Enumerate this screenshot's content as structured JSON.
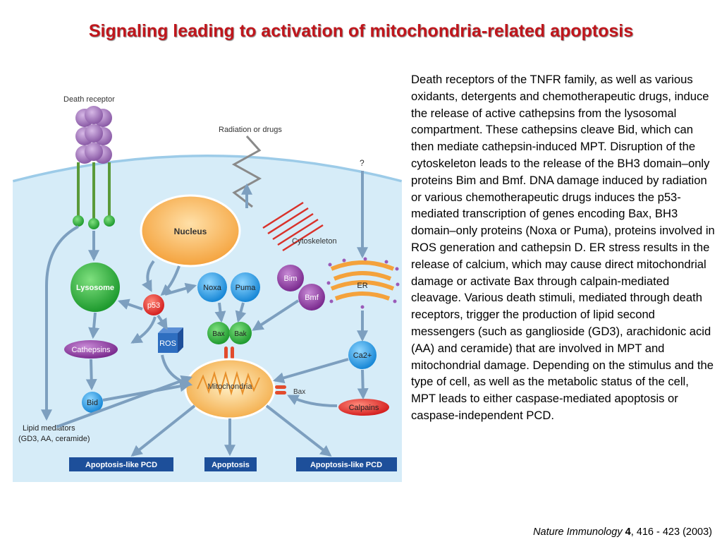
{
  "title": "Signaling leading to activation of mitochondria-related apoptosis",
  "diagram": {
    "labels": {
      "death_receptor": "Death receptor",
      "radiation_or_drugs": "Radiation or drugs",
      "question": "?",
      "nucleus": "Nucleus",
      "cytoskeleton": "Cytoskeleton",
      "lysosome": "Lysosome",
      "p53": "p53",
      "noxa": "Noxa",
      "puma": "Puma",
      "bim": "Bim",
      "bmf": "Bmf",
      "er": "ER",
      "cathepsins": "Cathepsins",
      "ros": "ROS",
      "bax": "Bax",
      "bak": "Bak",
      "ca2": "Ca2+",
      "mitochondria": "Mitochondria",
      "bax_mito": "Bax",
      "bid": "Bid",
      "calpains": "Calpains",
      "lipid_mediators_1": "Lipid mediators",
      "lipid_mediators_2": "(GD3, AA, ceramide)",
      "apoptosis_like_left": "Apoptosis-like PCD",
      "apoptosis": "Apoptosis",
      "apoptosis_like_right": "Apoptosis-like PCD"
    }
  },
  "description": "Death receptors of the TNFR family, as well as various oxidants, detergents and chemotherapeutic drugs, induce the release of active cathepsins from the lysosomal compartment. These cathepsins cleave Bid, which can then mediate cathepsin-induced MPT. Disruption of the cytoskeleton leads to the release of the BH3 domain–only proteins Bim and Bmf. DNA damage induced by radiation or various chemotherapeutic drugs induces the p53-mediated transcription of genes encoding Bax, BH3 domain–only proteins (Noxa or Puma), proteins involved in ROS generation and cathepsin D. ER stress results in the release of calcium, which may cause direct mitochondrial damage or activate Bax through calpain-mediated cleavage. Various death stimuli, mediated through death receptors, trigger the production of lipid second messengers (such as ganglioside (GD3), arachidonic acid (AA) and ceramide) that are involved in MPT and mitochondrial damage. Depending on the stimulus and the type of cell, as well as the metabolic status of the cell, MPT leads to either caspase-mediated apoptosis or caspase-independent PCD.",
  "citation": {
    "journal": "Nature Immunology",
    "volume": "4",
    "rest": ", 416 - 423 (2003)"
  }
}
